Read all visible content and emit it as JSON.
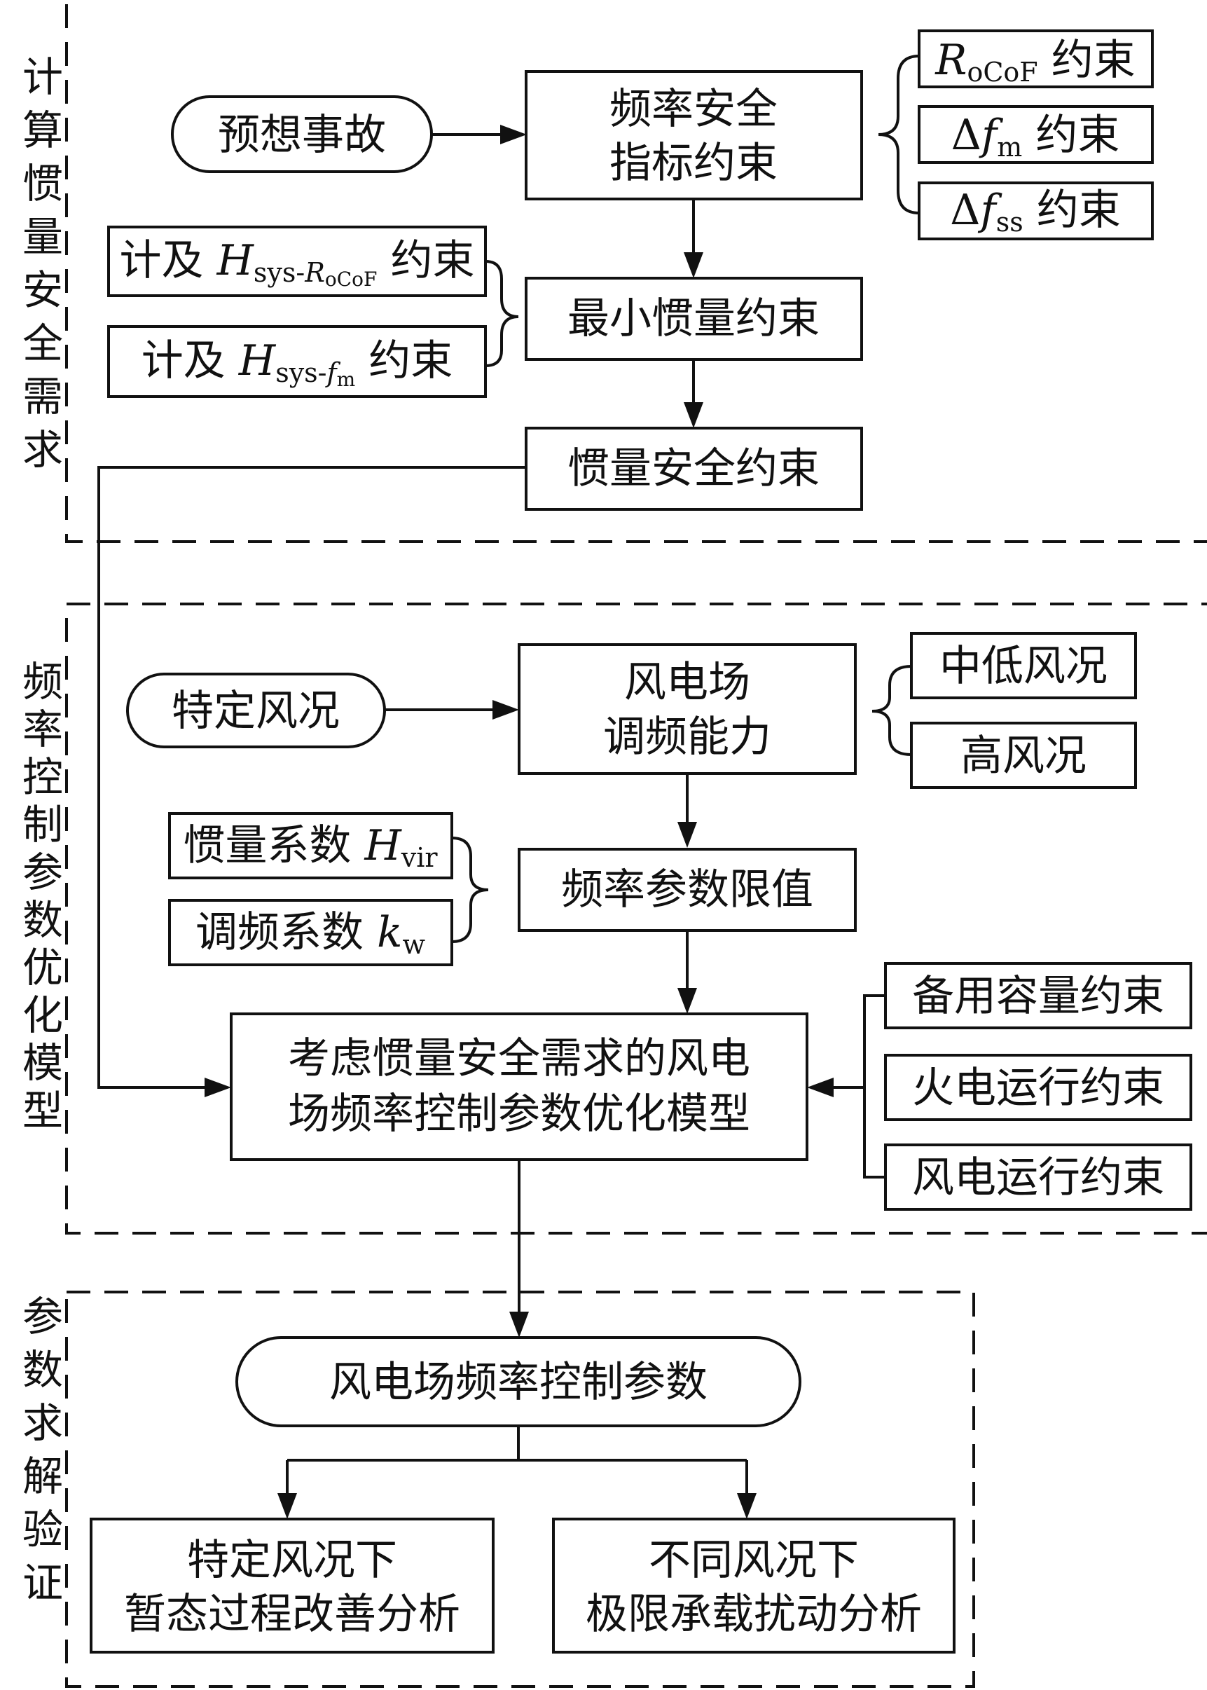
{
  "sections": {
    "s1": "计算惯量安全需求",
    "s2": "频率控制参数优化模型",
    "s3": "参数求解验证"
  },
  "p1": {
    "contingency": "预想事故",
    "freq_security": [
      "频率安全",
      "指标约束"
    ],
    "rocof": {
      "sym": "R",
      "sub": "oCoF",
      "tail": " 约束"
    },
    "dfm": {
      "delta": "Δ",
      "sym": "f",
      "sub": "m",
      "tail": " 约束"
    },
    "dfss": {
      "delta": "Δ",
      "sym": "f",
      "sub": "ss",
      "tail": " 约束"
    },
    "h_rocof": {
      "pre": "计及 ",
      "sym": "H",
      "sub1": "sys-",
      "sub2": "R",
      "sub3": "oCoF",
      "tail": " 约束"
    },
    "h_fm": {
      "pre": "计及 ",
      "sym": "H",
      "sub1": "sys-",
      "sub2": "f",
      "sub3": "m",
      "tail": " 约束"
    },
    "min_inertia": "最小惯量约束",
    "inertia_security": "惯量安全约束"
  },
  "p2": {
    "wind_condition": "特定风况",
    "wind_capability": [
      "风电场",
      "调频能力"
    ],
    "mid_low": "中低风况",
    "high": "高风况",
    "inertia_coef": {
      "pre": "惯量系数 ",
      "sym": "H",
      "sub": "vir"
    },
    "reg_coef": {
      "pre": "调频系数 ",
      "sym": "k",
      "sub": "w"
    },
    "param_limits": "频率参数限值",
    "model": [
      "考虑惯量安全需求的风电",
      "场频率控制参数优化模型"
    ],
    "reserve": "备用容量约束",
    "thermal": "火电运行约束",
    "wind_op": "风电运行约束"
  },
  "p3": {
    "params": "风电场频率控制参数",
    "transient": [
      "特定风况下",
      "暂态过程改善分析"
    ],
    "limit": [
      "不同风况下",
      "极限承载扰动分析"
    ]
  }
}
